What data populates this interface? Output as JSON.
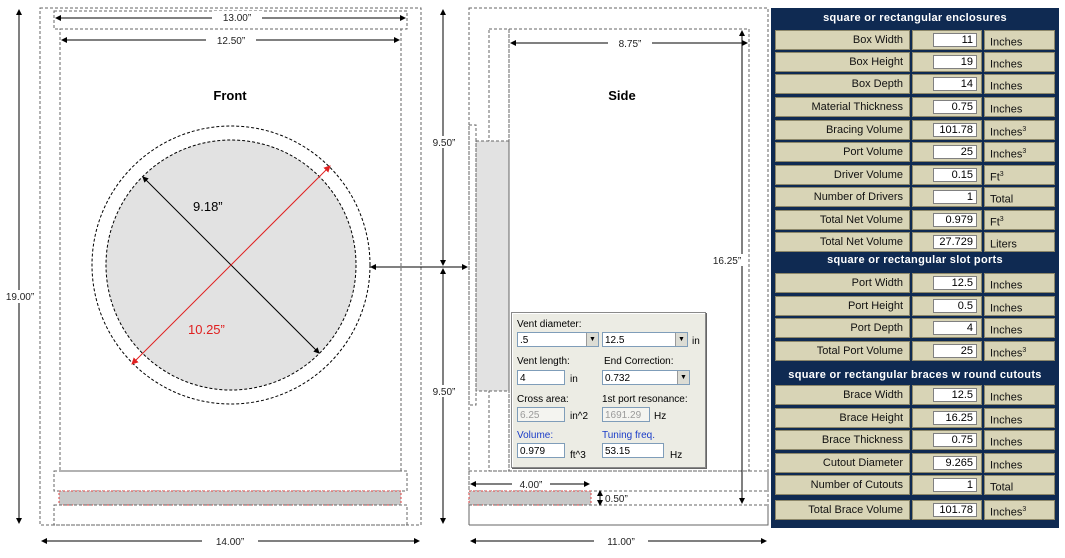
{
  "front": {
    "title": "Front",
    "dim_width_outer": "13.00”",
    "dim_width_inner": "12.50”",
    "dim_height": "19.00”",
    "dim_total_width": "14.00”",
    "driver_diameter": "9.18”",
    "cutout_diameter": "10.25”"
  },
  "side": {
    "title": "Side",
    "dim_top": "8.75”",
    "dim_depth": "16.25”",
    "dim_upper": "9.50”",
    "dim_lower": "9.50”",
    "dim_port_width": "4.00”",
    "dim_port_height": "0.50”",
    "dim_total_width": "11.00”"
  },
  "vent": {
    "vent_diameter_label": "Vent diameter:",
    "diam_a": ".5",
    "times": "×",
    "diam_b": "12.5",
    "diam_unit": "in",
    "length_label": "Vent length:",
    "length": "4",
    "length_unit": "in",
    "end_corr_label": "End Correction:",
    "end_corr": "0.732",
    "cross_label": "Cross area:",
    "cross": "6.25",
    "cross_unit": "in^2",
    "resonance_label": "1st port resonance:",
    "resonance": "1691.29",
    "resonance_unit": "Hz",
    "volume_label": "Volume:",
    "volume": "0.979",
    "volume_unit": "ft^3",
    "tuning_label": "Tuning freq.",
    "tuning": "53.15",
    "tuning_unit": "Hz"
  },
  "panel": {
    "section_enclosures": "square  or  rectangular enclosures",
    "section_ports": "square  or  rectangular slot ports",
    "section_braces": "square or rectangular braces w round cutouts",
    "enclosures": [
      {
        "label": "Box Width",
        "value": "11",
        "unit": "Inches",
        "sup": ""
      },
      {
        "label": "Box Height",
        "value": "19",
        "unit": "Inches",
        "sup": ""
      },
      {
        "label": "Box Depth",
        "value": "14",
        "unit": "Inches",
        "sup": ""
      },
      {
        "label": "Material Thickness",
        "value": "0.75",
        "unit": "Inches",
        "sup": ""
      },
      {
        "label": "Bracing Volume",
        "value": "101.78",
        "unit": "Inches",
        "sup": "3"
      },
      {
        "label": "Port Volume",
        "value": "25",
        "unit": "Inches",
        "sup": "3"
      },
      {
        "label": "Driver Volume",
        "value": "0.15",
        "unit": "Ft",
        "sup": "3"
      },
      {
        "label": "Number of Drivers",
        "value": "1",
        "unit": "Total",
        "sup": ""
      },
      {
        "label": "Total Net Volume",
        "value": "0.979",
        "unit": "Ft",
        "sup": "3"
      },
      {
        "label": "Total Net Volume",
        "value": "27.729",
        "unit": "Liters",
        "sup": ""
      }
    ],
    "ports": [
      {
        "label": "Port Width",
        "value": "12.5",
        "unit": "Inches",
        "sup": ""
      },
      {
        "label": "Port Height",
        "value": "0.5",
        "unit": "Inches",
        "sup": ""
      },
      {
        "label": "Port Depth",
        "value": "4",
        "unit": "Inches",
        "sup": ""
      },
      {
        "label": "Total Port Volume",
        "value": "25",
        "unit": "Inches",
        "sup": "3"
      }
    ],
    "braces": [
      {
        "label": "Brace Width",
        "value": "12.5",
        "unit": "Inches",
        "sup": ""
      },
      {
        "label": "Brace Height",
        "value": "16.25",
        "unit": "Inches",
        "sup": ""
      },
      {
        "label": "Brace Thickness",
        "value": "0.75",
        "unit": "Inches",
        "sup": ""
      },
      {
        "label": "Cutout Diameter",
        "value": "9.265",
        "unit": "Inches",
        "sup": ""
      },
      {
        "label": "Number of Cutouts",
        "value": "1",
        "unit": "Total",
        "sup": ""
      },
      {
        "label": "Total Brace Volume",
        "value": "101.78",
        "unit": "Inches",
        "sup": "3"
      }
    ]
  },
  "colors": {
    "panel_bg": "#0f2a52",
    "cell_bg": "#d8d4b6",
    "cutout_line": "#e02020",
    "port_fill": "#c8c8c8"
  }
}
